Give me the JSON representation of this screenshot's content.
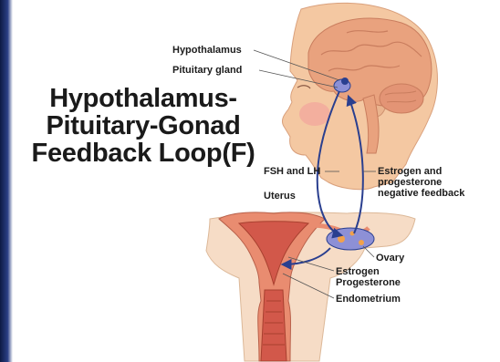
{
  "title": {
    "lines": [
      "Hypothalamus-",
      "Pituitary-Gonad",
      "Feedback Loop(F)"
    ]
  },
  "labels": {
    "hypothalamus": "Hypothalamus",
    "pituitary": "Pituitary gland",
    "fsh_lh": "FSH and LH",
    "uterus": "Uterus",
    "feedback": [
      "Estrogen and",
      "progesterone",
      "negative feedback"
    ],
    "ovary": "Ovary",
    "hormones": [
      "Estrogen",
      "Progesterone"
    ],
    "endometrium": "Endometrium"
  },
  "colors": {
    "skin": "#f4c8a2",
    "brain": "#e9a27e",
    "uterus": "#e98c70",
    "endometrium": "#d2584a",
    "arrow": "#2a3f8f",
    "ovary": "#8d90d6"
  }
}
